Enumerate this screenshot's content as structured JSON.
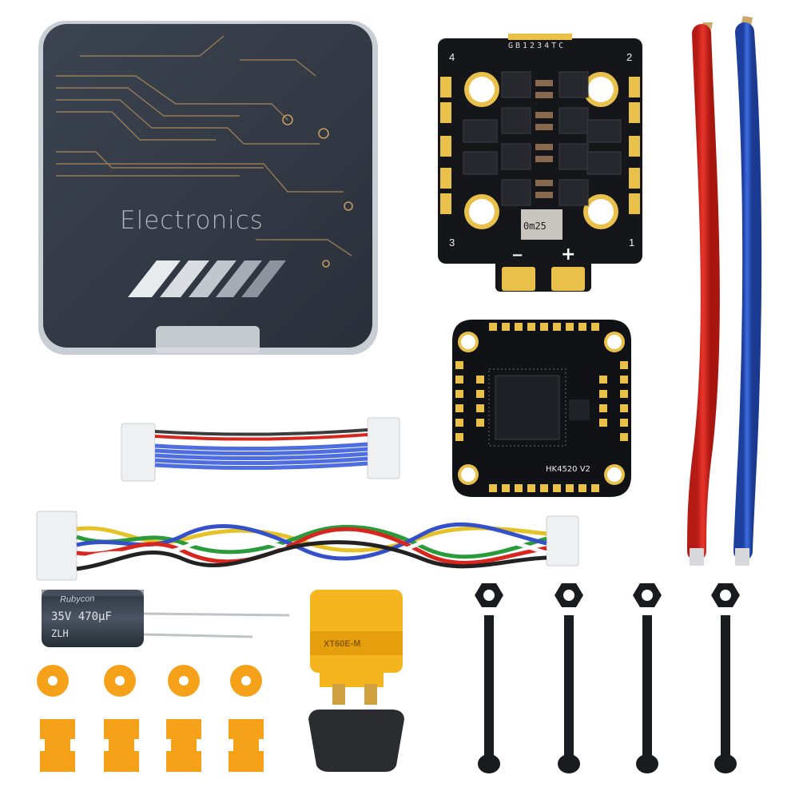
{
  "case": {
    "label": "Electronics"
  },
  "esc_board": {
    "pin_labels": "GB1234TC",
    "corner_numbers": [
      "4",
      "2",
      "3",
      "1"
    ],
    "shunt_text": "0m25",
    "minus": "−",
    "plus": "+"
  },
  "flight_controller": {
    "model": "HK4520 V2"
  },
  "capacitor": {
    "brand": "Rubycon",
    "value": "35V 470μF",
    "series": "ZLH"
  },
  "xt60": {
    "model": "XT60E-M"
  },
  "colors": {
    "red_wire": "#d8261e",
    "blue_wire": "#2b56c9",
    "pcb": "#15161a",
    "gold_pad": "#e8c04a",
    "orange_parts": "#f5a21a",
    "xt60_yellow": "#f4b51e"
  }
}
